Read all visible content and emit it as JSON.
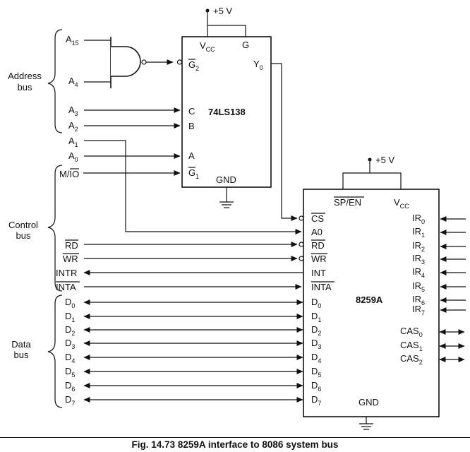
{
  "figure": {
    "caption": "Fig. 14.73 8259A interface to 8086 system bus"
  },
  "groups": {
    "address": [
      "Address",
      "bus"
    ],
    "control": [
      "Control",
      "bus"
    ],
    "data": [
      "Data",
      "bus"
    ]
  },
  "power": {
    "vcc_label": "+5 V"
  },
  "decoder": {
    "name": "74LS138",
    "vcc": {
      "base": "V",
      "sub": "CC"
    },
    "g": "G",
    "gnd": "GND",
    "pins": {
      "g2": {
        "base": "G",
        "sub": "2"
      },
      "y0": {
        "base": "Y",
        "sub": "0"
      },
      "c": "C",
      "b": "B",
      "a": "A",
      "g1": {
        "base": "G",
        "sub": "1"
      }
    }
  },
  "pic": {
    "name": "8259A",
    "sp_en": "SP/EN",
    "vcc": {
      "base": "V",
      "sub": "CC"
    },
    "gnd": "GND",
    "left_pins": {
      "cs": "CS",
      "a0": "A0",
      "rd": "RD",
      "wr": "WR",
      "int": "INT",
      "inta": "INTA",
      "data": [
        {
          "base": "D",
          "sub": "0"
        },
        {
          "base": "D",
          "sub": "1"
        },
        {
          "base": "D",
          "sub": "2"
        },
        {
          "base": "D",
          "sub": "3"
        },
        {
          "base": "D",
          "sub": "4"
        },
        {
          "base": "D",
          "sub": "5"
        },
        {
          "base": "D",
          "sub": "6"
        },
        {
          "base": "D",
          "sub": "7"
        }
      ]
    },
    "ir_pins": [
      {
        "base": "IR",
        "sub": "0"
      },
      {
        "base": "IR",
        "sub": "1"
      },
      {
        "base": "IR",
        "sub": "2"
      },
      {
        "base": "IR",
        "sub": "3"
      },
      {
        "base": "IR",
        "sub": "4"
      },
      {
        "base": "IR",
        "sub": "5"
      },
      {
        "base": "IR",
        "sub": "6"
      },
      {
        "base": "IR",
        "sub": "7"
      }
    ],
    "cas_pins": [
      {
        "base": "CAS",
        "sub": "0"
      },
      {
        "base": "CAS",
        "sub": "1"
      },
      {
        "base": "CAS",
        "sub": "2"
      }
    ]
  },
  "signals": {
    "address": {
      "a15": {
        "base": "A",
        "sub": "15"
      },
      "a4": {
        "base": "A",
        "sub": "4"
      },
      "a3": {
        "base": "A",
        "sub": "3"
      },
      "a2": {
        "base": "A",
        "sub": "2"
      },
      "a1": {
        "base": "A",
        "sub": "1"
      },
      "a0": {
        "base": "A",
        "sub": "0"
      }
    },
    "control": {
      "mio": {
        "m": "M/",
        "io": "IO"
      },
      "rd": "RD",
      "wr": "WR",
      "intr": "INTR",
      "inta": "INTA"
    },
    "data": [
      {
        "base": "D",
        "sub": "0"
      },
      {
        "base": "D",
        "sub": "1"
      },
      {
        "base": "D",
        "sub": "2"
      },
      {
        "base": "D",
        "sub": "3"
      },
      {
        "base": "D",
        "sub": "4"
      },
      {
        "base": "D",
        "sub": "5"
      },
      {
        "base": "D",
        "sub": "6"
      },
      {
        "base": "D",
        "sub": "7"
      }
    ]
  }
}
